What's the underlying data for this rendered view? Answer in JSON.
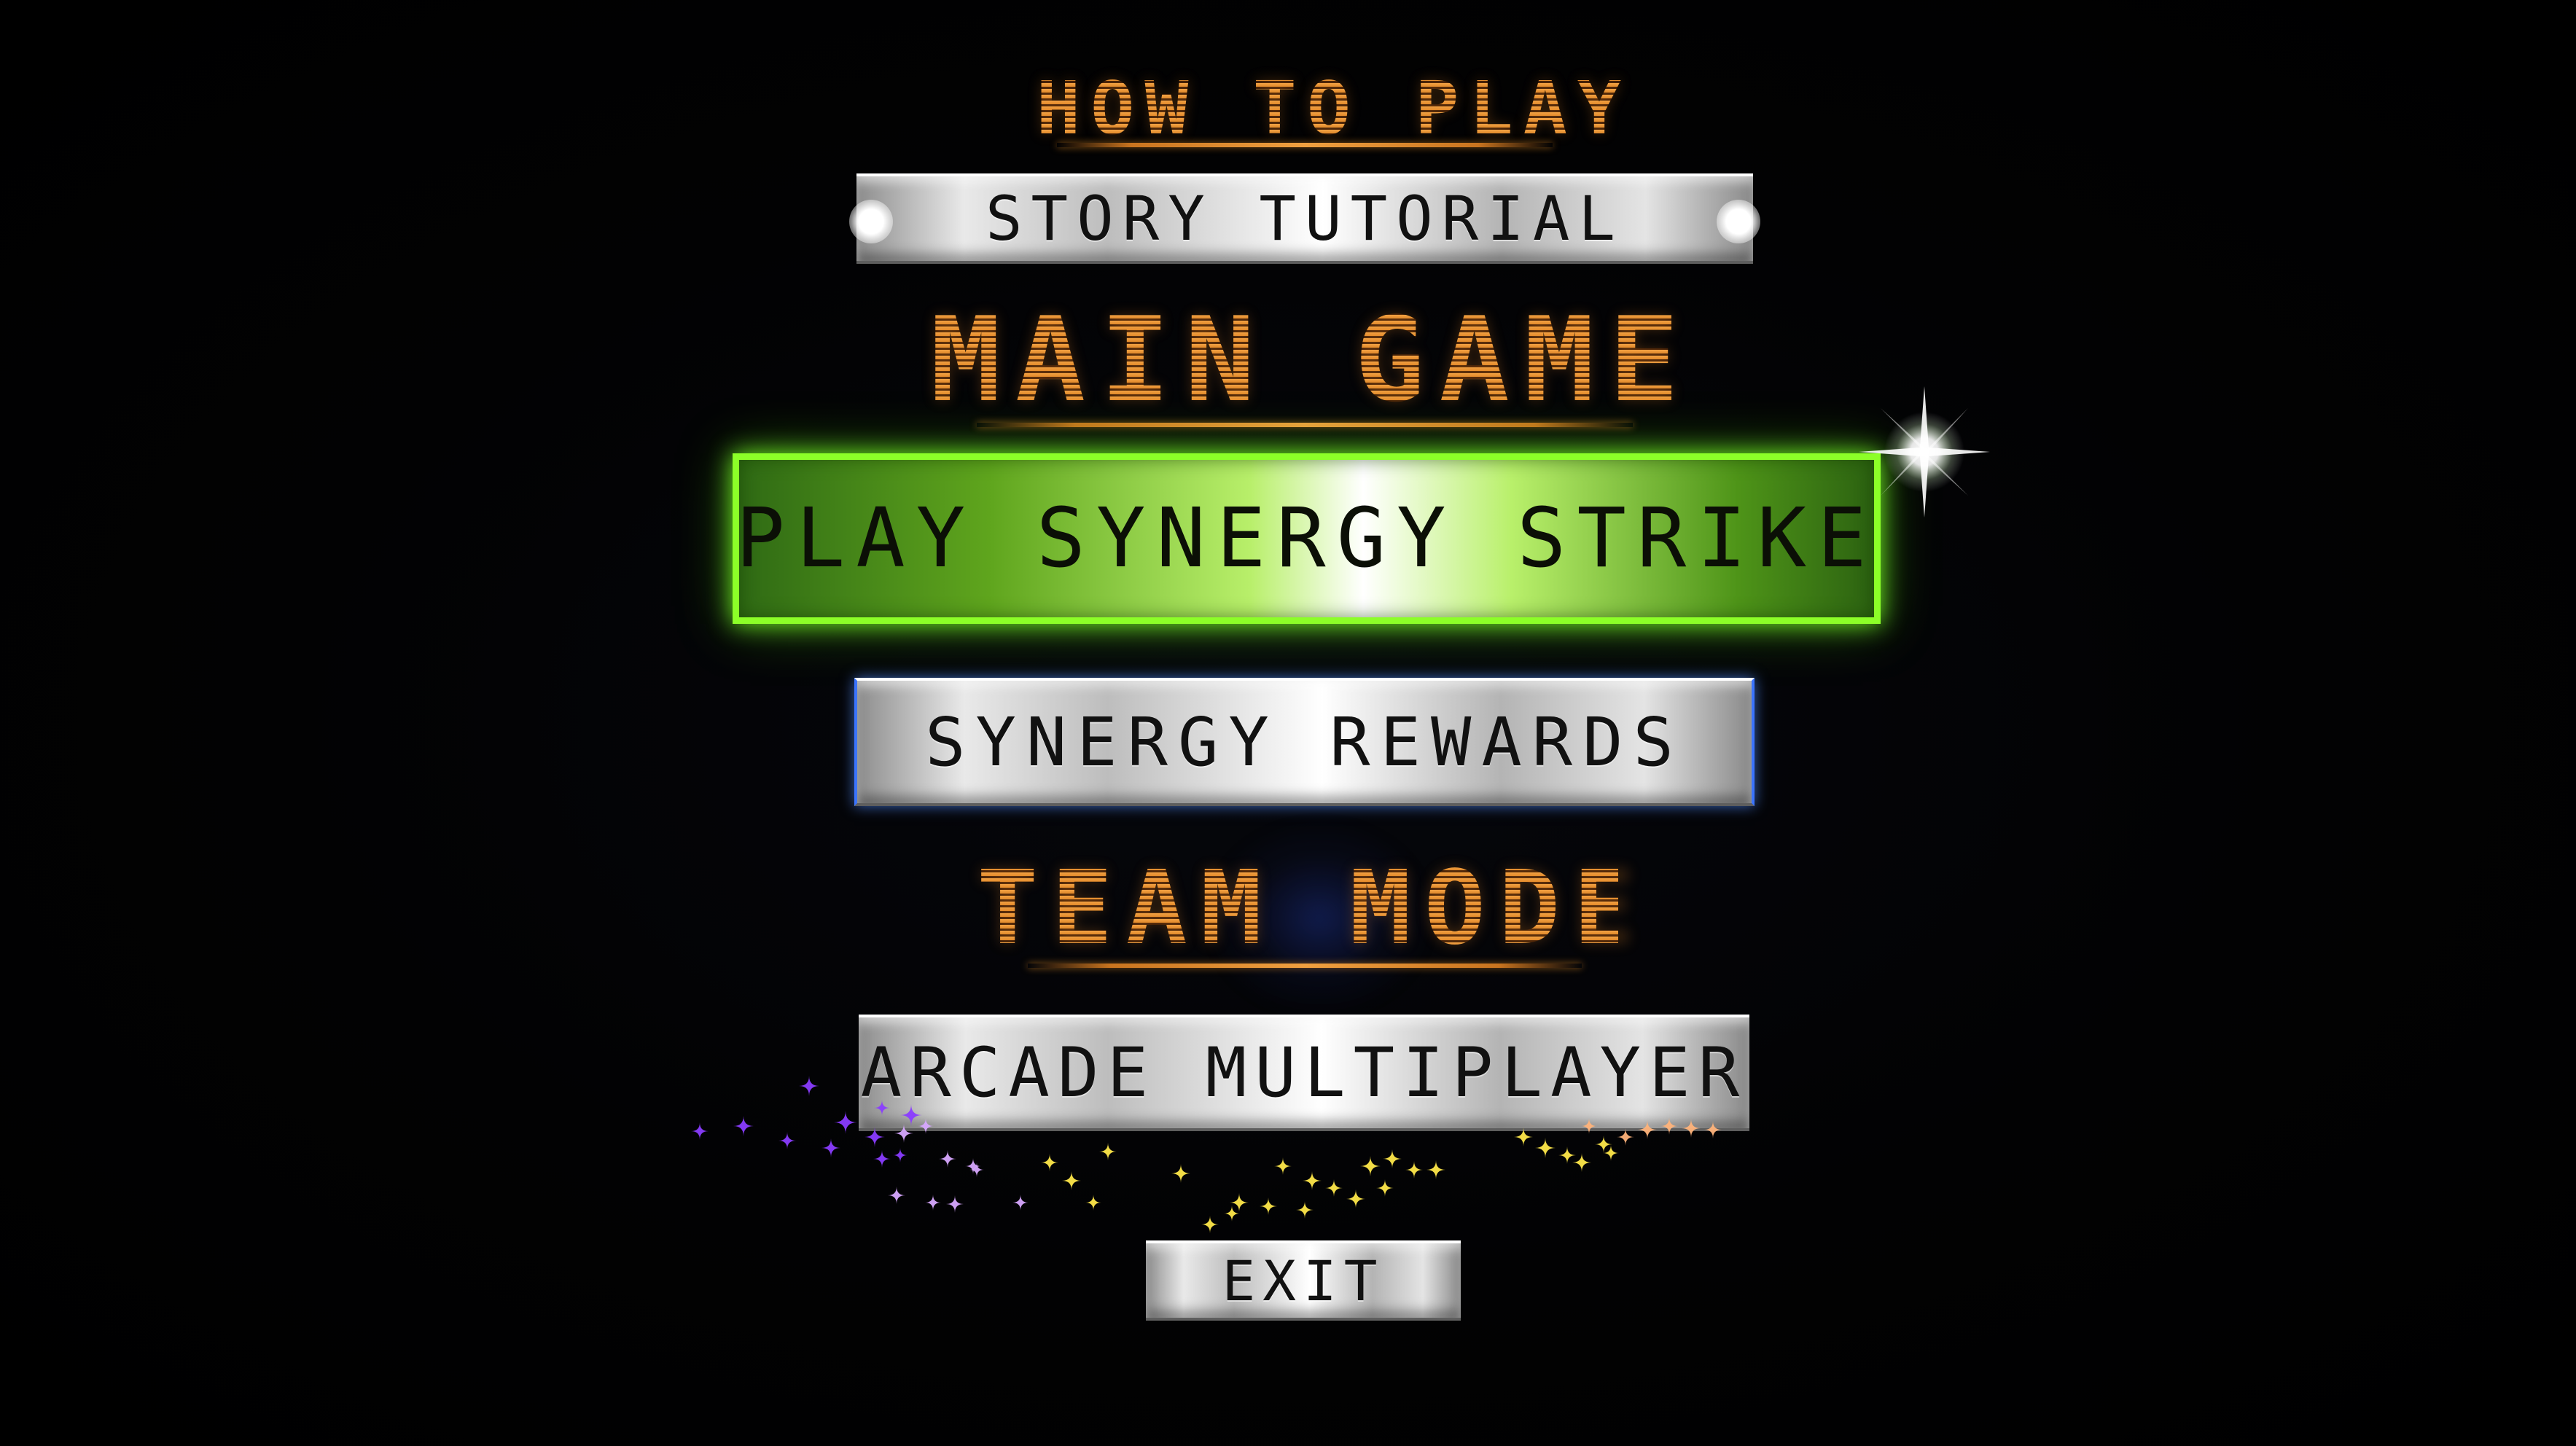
{
  "menu": {
    "sections": {
      "how_to_play": "HOW TO PLAY",
      "main_game": "MAIN GAME",
      "team_mode": "TEAM MODE"
    },
    "buttons": {
      "story_tutorial": "STORY TUTORIAL",
      "play_synergy_strike": "PLAY SYNERGY STRIKE",
      "synergy_rewards": "SYNERGY REWARDS",
      "arcade_multiplayer": "ARCADE MULTIPLAYER",
      "exit": "EXIT"
    },
    "selected": "play_synergy_strike"
  },
  "colors": {
    "heading_orange": "#f3a74a",
    "selected_green": "#8cff28",
    "rewards_blue": "#3b74ff",
    "metal": "#d8d8d8",
    "background": "#000000"
  },
  "icons": {
    "selection_sparkle": "sparkle-icon",
    "particle_stars": [
      "purple",
      "lavender",
      "yellow",
      "peach"
    ]
  }
}
